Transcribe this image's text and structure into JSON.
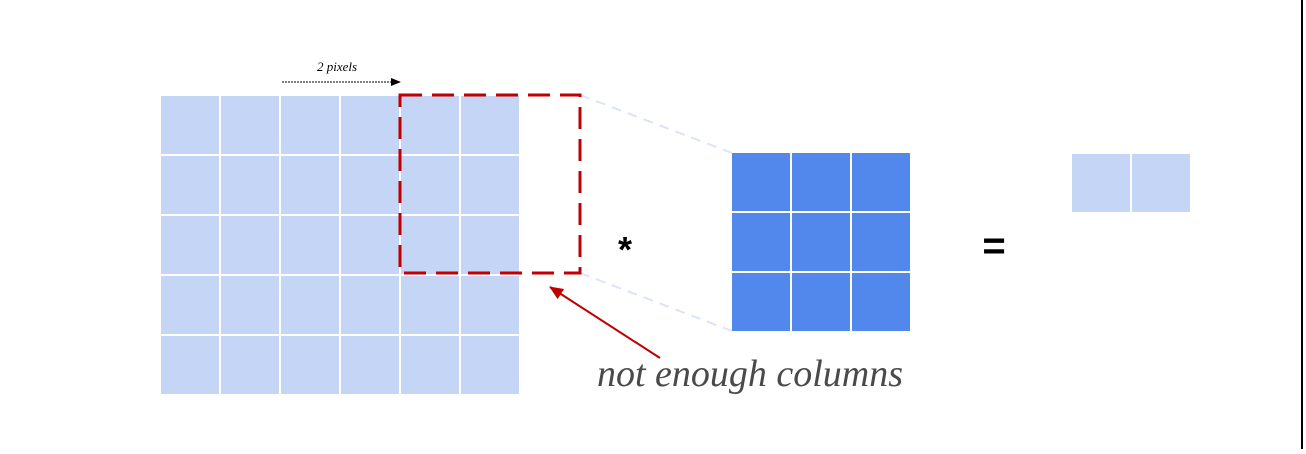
{
  "diagram": {
    "input_grid": {
      "rows": 5,
      "cols": 6,
      "fill": "#c5d5f6"
    },
    "kernel_grid": {
      "rows": 3,
      "cols": 3,
      "fill": "#5287eb"
    },
    "output_grid": {
      "rows": 1,
      "cols": 2,
      "fill": "#c5d5f6"
    },
    "stride_label": "2 pixels",
    "operator_convolve": "*",
    "operator_equals": "=",
    "annotation": "not enough columns",
    "colors": {
      "window_border": "#c00000",
      "annotation_arrow": "#c00000",
      "annotation_text": "#4a4a4a",
      "projection_lines": "#dde3f8",
      "cell_gap": "#ffffff"
    }
  }
}
